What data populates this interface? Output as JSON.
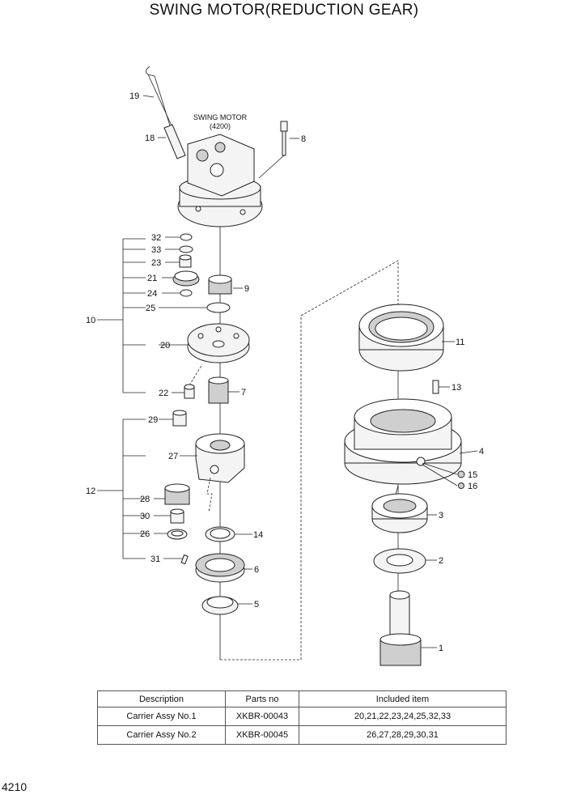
{
  "title": "SWING MOTOR(REDUCTION GEAR)",
  "page_number": "4210",
  "motor_caption": {
    "line1": "SWING MOTOR",
    "line2": "(4200)"
  },
  "callouts": {
    "p1": "1",
    "p2": "2",
    "p3": "3",
    "p4": "4",
    "p5": "5",
    "p6": "6",
    "p7": "7",
    "p8": "8",
    "p9": "9",
    "p10": "10",
    "p11": "11",
    "p12": "12",
    "p13": "13",
    "p14": "14",
    "p15": "15",
    "p16": "16",
    "p18": "18",
    "p19": "19",
    "p20": "20",
    "p21": "21",
    "p22": "22",
    "p23": "23",
    "p24": "24",
    "p25": "25",
    "p26": "26",
    "p27": "27",
    "p28": "28",
    "p29": "29",
    "p30": "30",
    "p31": "31",
    "p32": "32",
    "p33": "33"
  },
  "table": {
    "headers": [
      "Description",
      "Parts no",
      "Included item"
    ],
    "rows": [
      {
        "description": "Carrier Assy No.1",
        "parts_no": "XKBR-00043",
        "included": "20,21,22,23,24,25,32,33"
      },
      {
        "description": "Carrier Assy No.2",
        "parts_no": "XKBR-00045",
        "included": "26,27,28,29,30,31"
      }
    ]
  }
}
